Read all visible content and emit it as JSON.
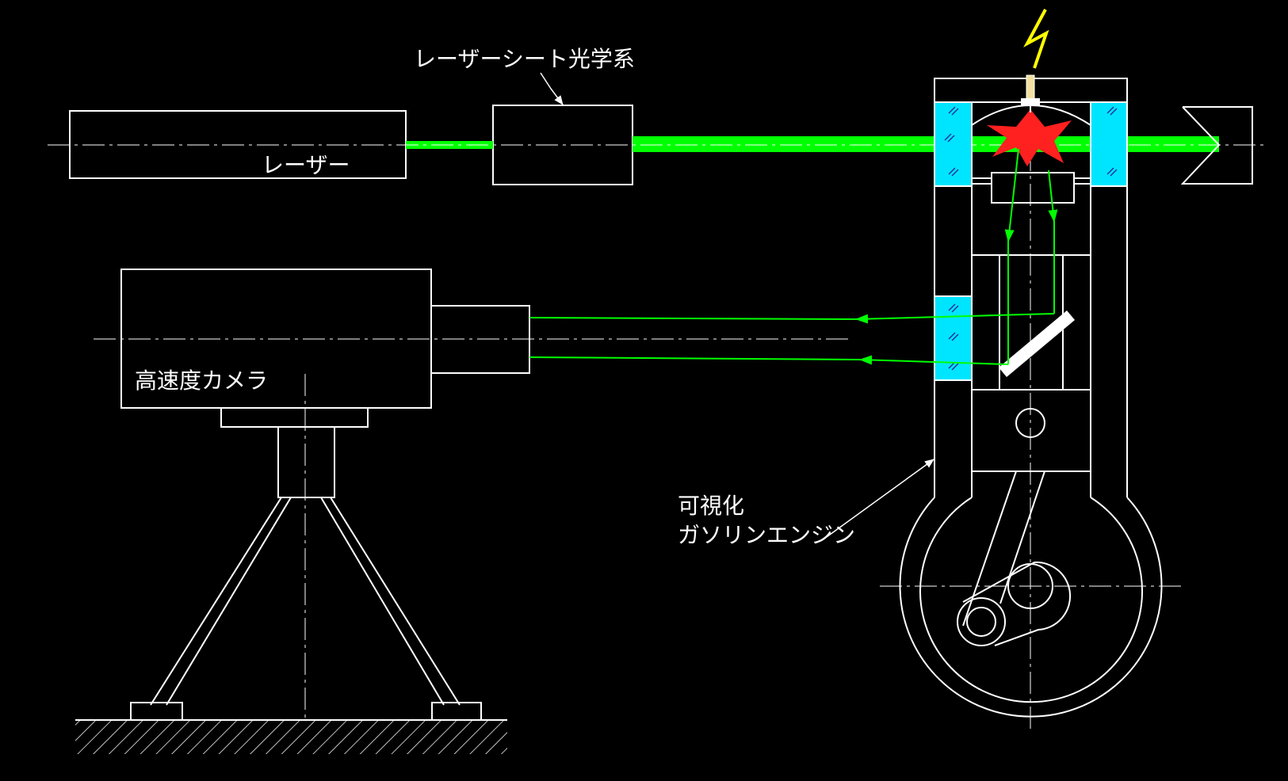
{
  "labels": {
    "laser_sheet_optics": "レーザーシート光学系",
    "laser": "レーザー",
    "camera": "高速度カメラ",
    "engine_line1": "可視化",
    "engine_line2": "ガソリンエンジン"
  },
  "colors": {
    "background": "#000000",
    "line": "#ffffff",
    "laser_beam": "#00ff00",
    "window_glass": "#00e5ff",
    "flame": "#ff2020",
    "spark": "#ffff00"
  },
  "icons": [
    "spark-icon",
    "flame-icon",
    "hatch-ground"
  ]
}
